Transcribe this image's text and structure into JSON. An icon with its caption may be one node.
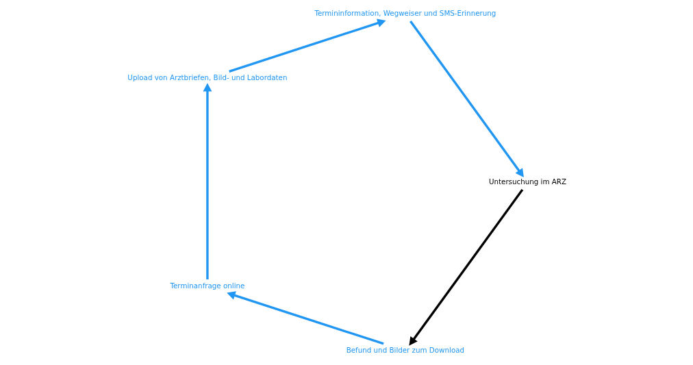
{
  "diagram": {
    "nodes": [
      {
        "text": [
          "Terminanfrage online"
        ]
      },
      {
        "text": [
          "Upload von Arztbriefen, Bild- und Labordaten"
        ]
      },
      {
        "text": [
          "Termininformation, Wegweiser und SMS-Erinnerung"
        ]
      },
      {
        "text": [
          "Untersuchung im ARZ"
        ]
      },
      {
        "text": [
          "Befund und Bilder zum Download"
        ]
      }
    ],
    "edges": [
      {
        "from": 0,
        "to": 1,
        "arrow": "to"
      },
      {
        "from": 1,
        "to": 2,
        "arrow": "to"
      },
      {
        "from": 2,
        "to": 3,
        "arrow": "to"
      },
      {
        "from": 3,
        "to": 4,
        "arrow": "to",
        "color": "#000000"
      },
      {
        "from": 4,
        "to": 0,
        "arrow": "to"
      }
    ]
  }
}
